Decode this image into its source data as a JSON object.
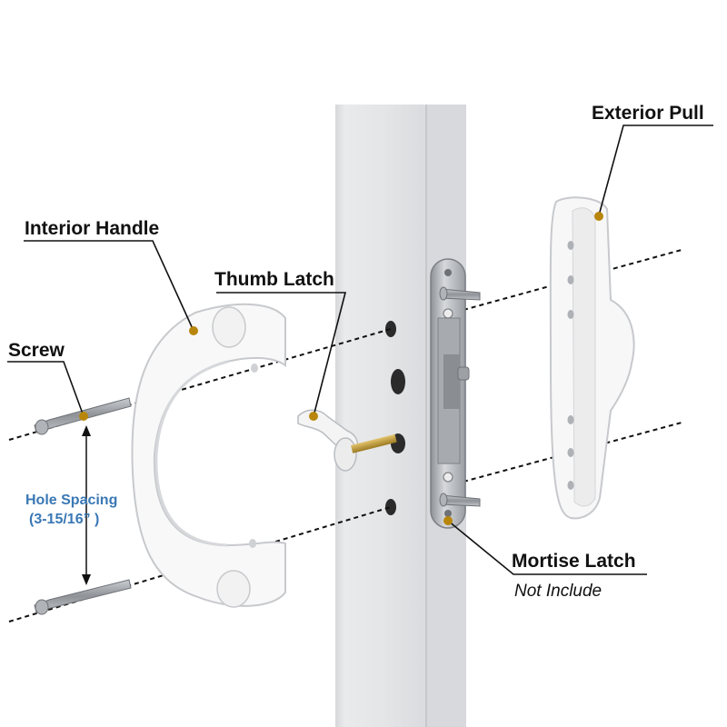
{
  "labels": {
    "exterior_pull": "Exterior Pull",
    "interior_handle": "Interior Handle",
    "thumb_latch": "Thumb Latch",
    "screw": "Screw",
    "hole_spacing": "Hole Spacing",
    "hole_spacing_value": "(3-15/16” )",
    "mortise_latch": "Mortise Latch",
    "mortise_note": "Not Include"
  },
  "colors": {
    "marker": "#b8860b",
    "spacing_text": "#3a78b5",
    "door_frame": "#e6e7e9",
    "hardware_white": "#f7f7f7",
    "metal": "#b9bcc0"
  }
}
